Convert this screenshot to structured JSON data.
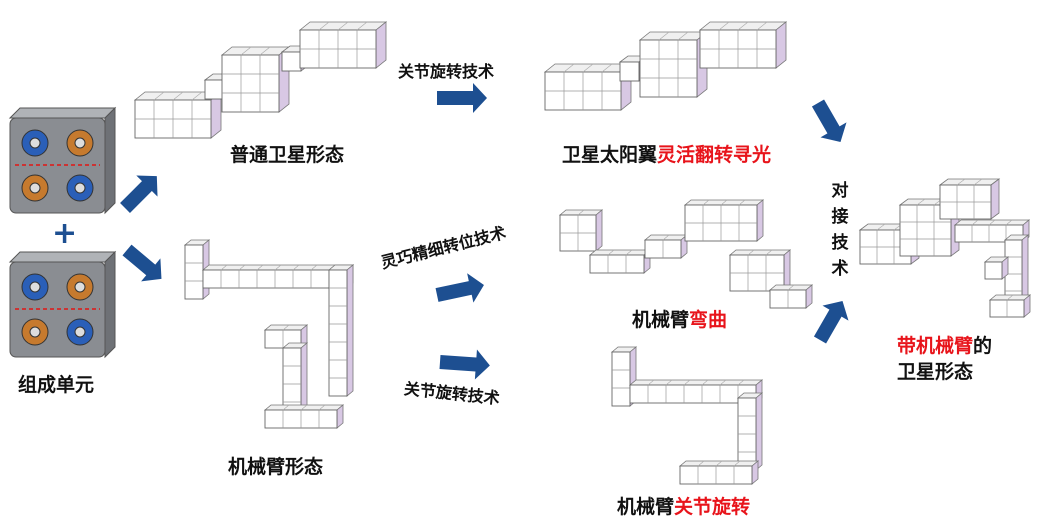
{
  "labels": {
    "unit": "组成单元",
    "plus": "+",
    "normal_satellite": "普通卫星形态",
    "arm_form": "机械臂形态",
    "solar_wing_prefix": "卫星太阳翼",
    "solar_wing_highlight": "灵活翻转寻光",
    "arm_bend_prefix": "机械臂",
    "arm_bend_highlight": "弯曲",
    "arm_rotate_prefix": "机械臂",
    "arm_rotate_highlight": "关节旋转",
    "final_highlight": "带机械臂",
    "final_suffix": "的",
    "final_line2": "卫星形态"
  },
  "techniques": {
    "joint_rotation_top": "关节旋转技术",
    "fine_positioning": "灵巧精细转位技术",
    "joint_rotation_bottom": "关节旋转技术",
    "docking": [
      "对",
      "接",
      "技",
      "术"
    ]
  },
  "colors": {
    "arrow": "#1d4f91",
    "highlight": "#e8141b",
    "cube_side": "#d8c8e4"
  }
}
